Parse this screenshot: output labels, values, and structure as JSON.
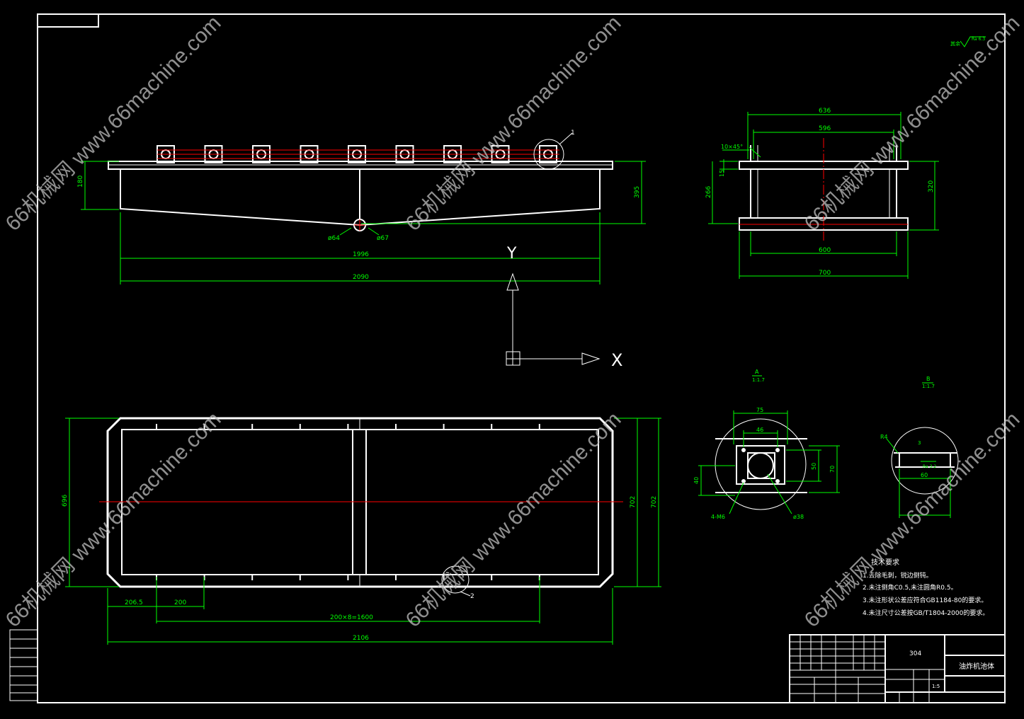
{
  "colors": {
    "background": "#000000",
    "outline": "#ffffff",
    "dimension": "#00ff00",
    "centerline": "#ff0000"
  },
  "watermark": "66机械网 www.66machine.com",
  "main_view_dims": {
    "height_left": "180",
    "height_right": "395",
    "inner_length": "1996",
    "overall_length": "2090",
    "hole_small": "ø64",
    "hole_large": "ø67",
    "callout": "1"
  },
  "axis": {
    "x": "X",
    "y": "Y"
  },
  "side_view_dims": {
    "top_outer": "636",
    "top_inner": "596",
    "chamfer": "10×45°",
    "lip": "15",
    "left_height": "266",
    "right_height": "320",
    "bottom_inner": "600",
    "bottom_outer": "700"
  },
  "plan_view_dims": {
    "left_height": "696",
    "right_inner": "702",
    "right_outer": "702",
    "first_pitch": "206.5",
    "pitch": "200",
    "pitch_total": "200×8=1600",
    "overall_length": "2106",
    "callout": "2"
  },
  "detail_a": {
    "label": "A",
    "scale": "1:1.7",
    "width": "75",
    "inner": "46",
    "left": "40",
    "right1": "50",
    "right2": "70",
    "bolts": "4-M6",
    "diameter": "ø38"
  },
  "detail_b": {
    "label": "B",
    "scale": "1:1.7",
    "left": "R4",
    "mid": "3",
    "rough": "Ra 3.2",
    "width": "60"
  },
  "roughness_note": {
    "prefix": "其余",
    "value": "Ra 6.3"
  },
  "tech": {
    "title": "技术要求",
    "items": [
      "1.去除毛刺，锐边倒钝。",
      "2.未注倒角C0.5,未注圆角R0.5。",
      "3.未注形状公差应符合GB1184-80的要求。",
      "4.未注尺寸公差按GB/T1804-2000的要求。"
    ]
  },
  "title_block": {
    "material": "304",
    "part_name": "油炸机池体",
    "scale": "1:5"
  }
}
